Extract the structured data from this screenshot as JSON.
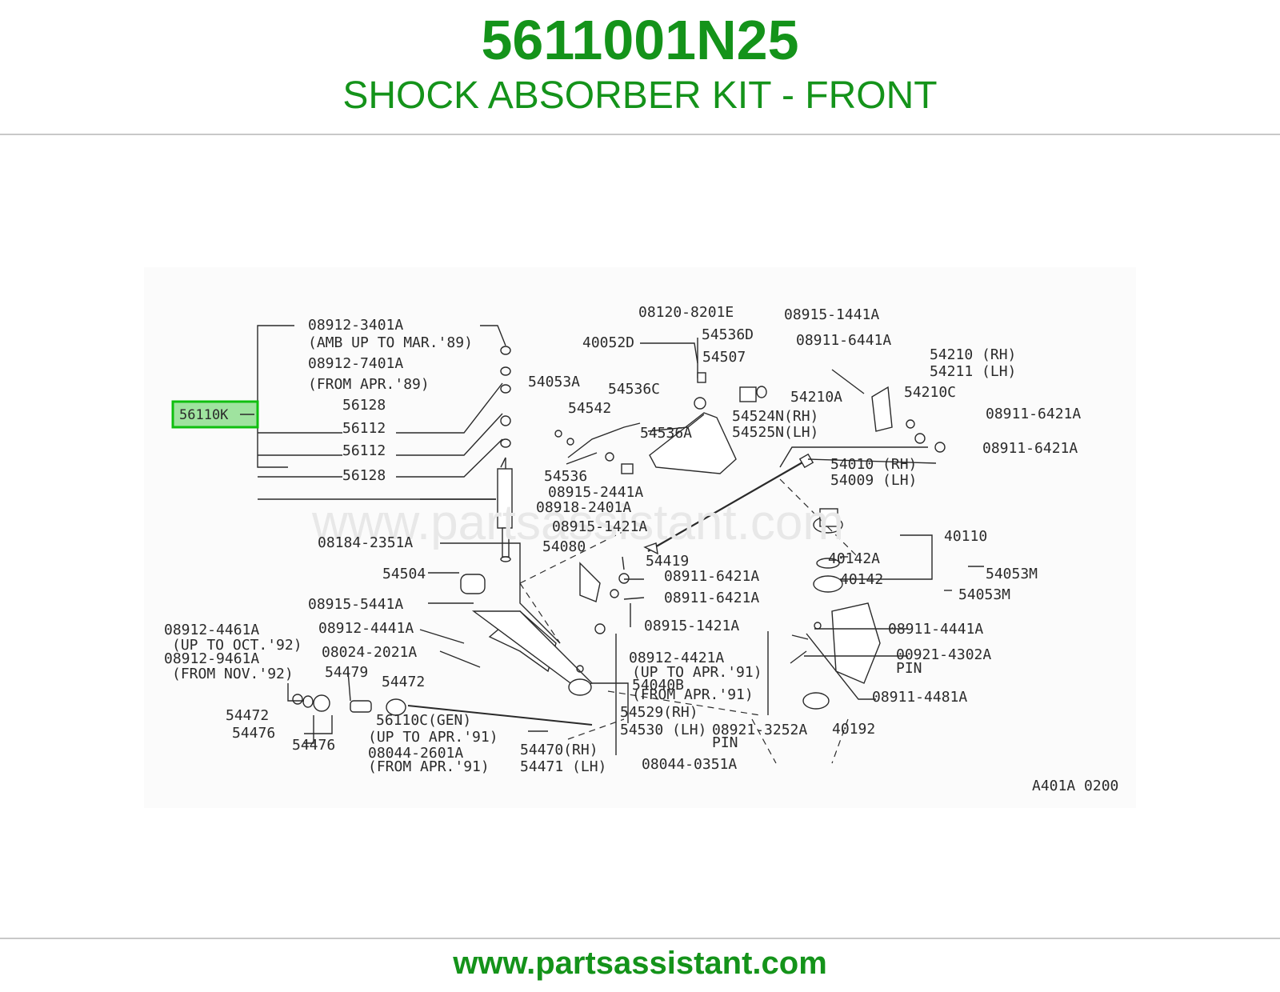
{
  "header": {
    "part_number": "5611001N25",
    "title": "SHOCK ABSORBER KIT - FRONT"
  },
  "footer": {
    "url": "www.partsassistant.com"
  },
  "colors": {
    "brand_green": "#14931a",
    "highlight_fill": "#9fe39f",
    "highlight_border": "#0fbf0f"
  },
  "diagram": {
    "watermark": "www.partsassistant.com",
    "code": "A401A 0200",
    "highlighted_part": "56110K",
    "labels": [
      "08912-3401A",
      "(AMB UP TO MAR.'89)",
      "08912-7401A",
      "(FROM APR.'89)",
      "56128",
      "56112",
      "56112",
      "56128",
      "54053A",
      "54542",
      "54536C",
      "54536A",
      "54536",
      "08915-2441A",
      "08918-2401A",
      "08915-1421A",
      "08120-8201E",
      "08915-1441A",
      "54536D",
      "40052D",
      "54507",
      "08911-6441A",
      "54210 (RH)",
      "54211 (LH)",
      "54210A",
      "54210C",
      "54524N(RH)",
      "54525N(LH)",
      "08911-6421A",
      "08911-6421A",
      "54010 (RH)",
      "54009 (LH)",
      "08184-2351A",
      "54080",
      "54419",
      "40110",
      "40142A",
      "40142",
      "54504",
      "08911-6421A",
      "08911-6421A",
      "54053M",
      "54053M",
      "08915-5441A",
      "08915-1421A",
      "08912-4461A",
      "(UP TO OCT.'92)",
      "08912-9461A",
      "(FROM NOV.'92)",
      "08912-4441A",
      "08024-2021A",
      "08911-4441A",
      "00921-4302A",
      "PIN",
      "08912-4421A",
      "(UP TO APR.'91)",
      "54040B",
      "(FROM APR.'91)",
      "08911-4481A",
      "54479",
      "54472",
      "54472",
      "54476",
      "54476",
      "56110C(GEN)",
      "(UP TO APR.'91)",
      "08044-2601A",
      "(FROM APR.'91)",
      "54529(RH)",
      "54530 (LH)",
      "08921-3252A",
      "PIN",
      "40192",
      "54470(RH)",
      "54471 (LH)",
      "08044-0351A"
    ]
  }
}
